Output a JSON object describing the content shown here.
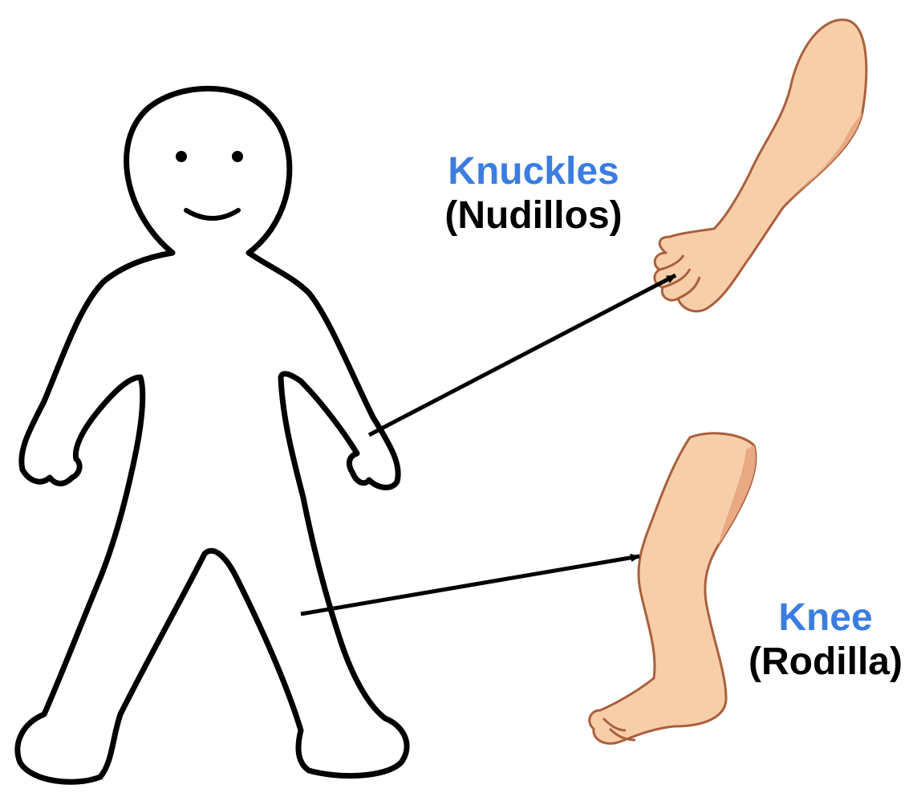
{
  "labels": {
    "knuckles": {
      "english": "Knuckles",
      "spanish": "(Nudillos)"
    },
    "knee": {
      "english": "Knee",
      "spanish": "(Rodilla)"
    }
  },
  "colors": {
    "english_label": "#3b7de0",
    "spanish_label": "#000000",
    "outline": "#000000",
    "skin": "#f8ceaa",
    "skin_shadow": "#e8a983",
    "arrow": "#000000"
  }
}
